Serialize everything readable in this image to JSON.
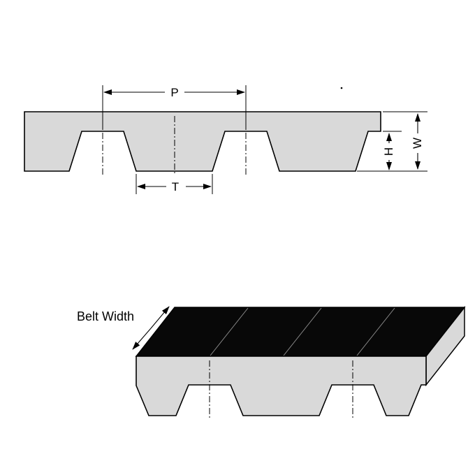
{
  "colors": {
    "background": "#ffffff",
    "belt_fill": "#d9d9d9",
    "top_face_fill": "#080808",
    "line": "#000000"
  },
  "cross_section": {
    "pitch_label": "P",
    "tooth_width_label": "T",
    "tooth_height_label": "H",
    "thickness_label": "W"
  },
  "isometric": {
    "belt_width_label": "Belt Width"
  }
}
